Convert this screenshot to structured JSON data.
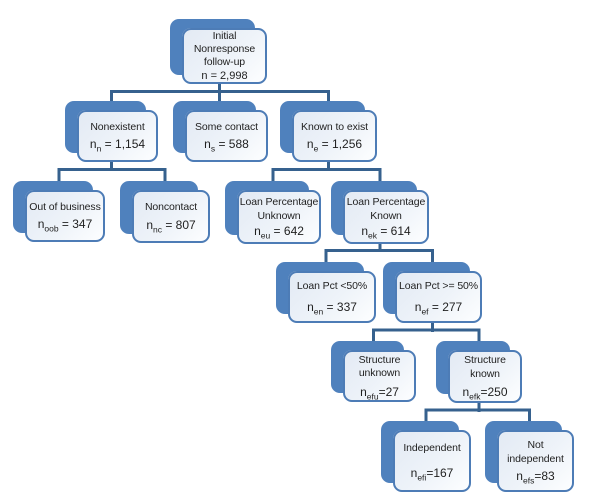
{
  "colors": {
    "shadow_blue": "#4f81bd",
    "border_blue": "#4d7cb6",
    "connector_blue": "#36618e",
    "fill_top": "#e3eaf4",
    "fill_bottom": "#fdfeff",
    "text": "#1f1f1f",
    "background": "#ffffff"
  },
  "nodes": [
    {
      "id": "initial-nonresponse",
      "title": "Initial\nNonresponse\nfollow-up",
      "stat": {
        "base": "n",
        "sub": "",
        "rest": " = 2,998"
      }
    },
    {
      "id": "nonexistent",
      "title": "Nonexistent",
      "stat": {
        "base": "n",
        "sub": "n",
        "rest": " = 1,154"
      }
    },
    {
      "id": "some-contact",
      "title": "Some contact",
      "stat": {
        "base": "n",
        "sub": "s",
        "rest": " = 588"
      }
    },
    {
      "id": "known-to-exist",
      "title": "Known to exist",
      "stat": {
        "base": "n",
        "sub": "e",
        "rest": " = 1,256"
      }
    },
    {
      "id": "out-of-business",
      "title": "Out of business",
      "stat": {
        "base": "n",
        "sub": "oob",
        "rest": " = 347"
      }
    },
    {
      "id": "noncontact",
      "title": "Noncontact",
      "stat": {
        "base": "n",
        "sub": "nc",
        "rest": " = 807"
      }
    },
    {
      "id": "loan-pct-unknown",
      "title": "Loan Percentage\nUnknown",
      "stat": {
        "base": "n",
        "sub": "eu",
        "rest": " = 642"
      }
    },
    {
      "id": "loan-pct-known",
      "title": "Loan Percentage\nKnown",
      "stat": {
        "base": "n",
        "sub": "ek",
        "rest": " = 614"
      }
    },
    {
      "id": "loan-pct-lt-50",
      "title": "Loan Pct <50%",
      "stat": {
        "base": "n",
        "sub": "en",
        "rest": " = 337"
      }
    },
    {
      "id": "loan-pct-ge-50",
      "title": "Loan Pct >= 50%",
      "stat": {
        "base": "n",
        "sub": "ef",
        "rest": " = 277"
      }
    },
    {
      "id": "structure-unknown",
      "title": "Structure\nunknown",
      "stat": {
        "base": "n",
        "sub": "efu",
        "rest": "=27"
      }
    },
    {
      "id": "structure-known",
      "title": "Structure\nknown",
      "stat": {
        "base": "n",
        "sub": "efk",
        "rest": "=250"
      }
    },
    {
      "id": "independent",
      "title": "Independent",
      "stat": {
        "base": "n",
        "sub": "efi",
        "rest": "=167"
      }
    },
    {
      "id": "not-independent",
      "title": "Not\nindependent",
      "stat": {
        "base": "n",
        "sub": "efs",
        "rest": "=83"
      }
    }
  ]
}
